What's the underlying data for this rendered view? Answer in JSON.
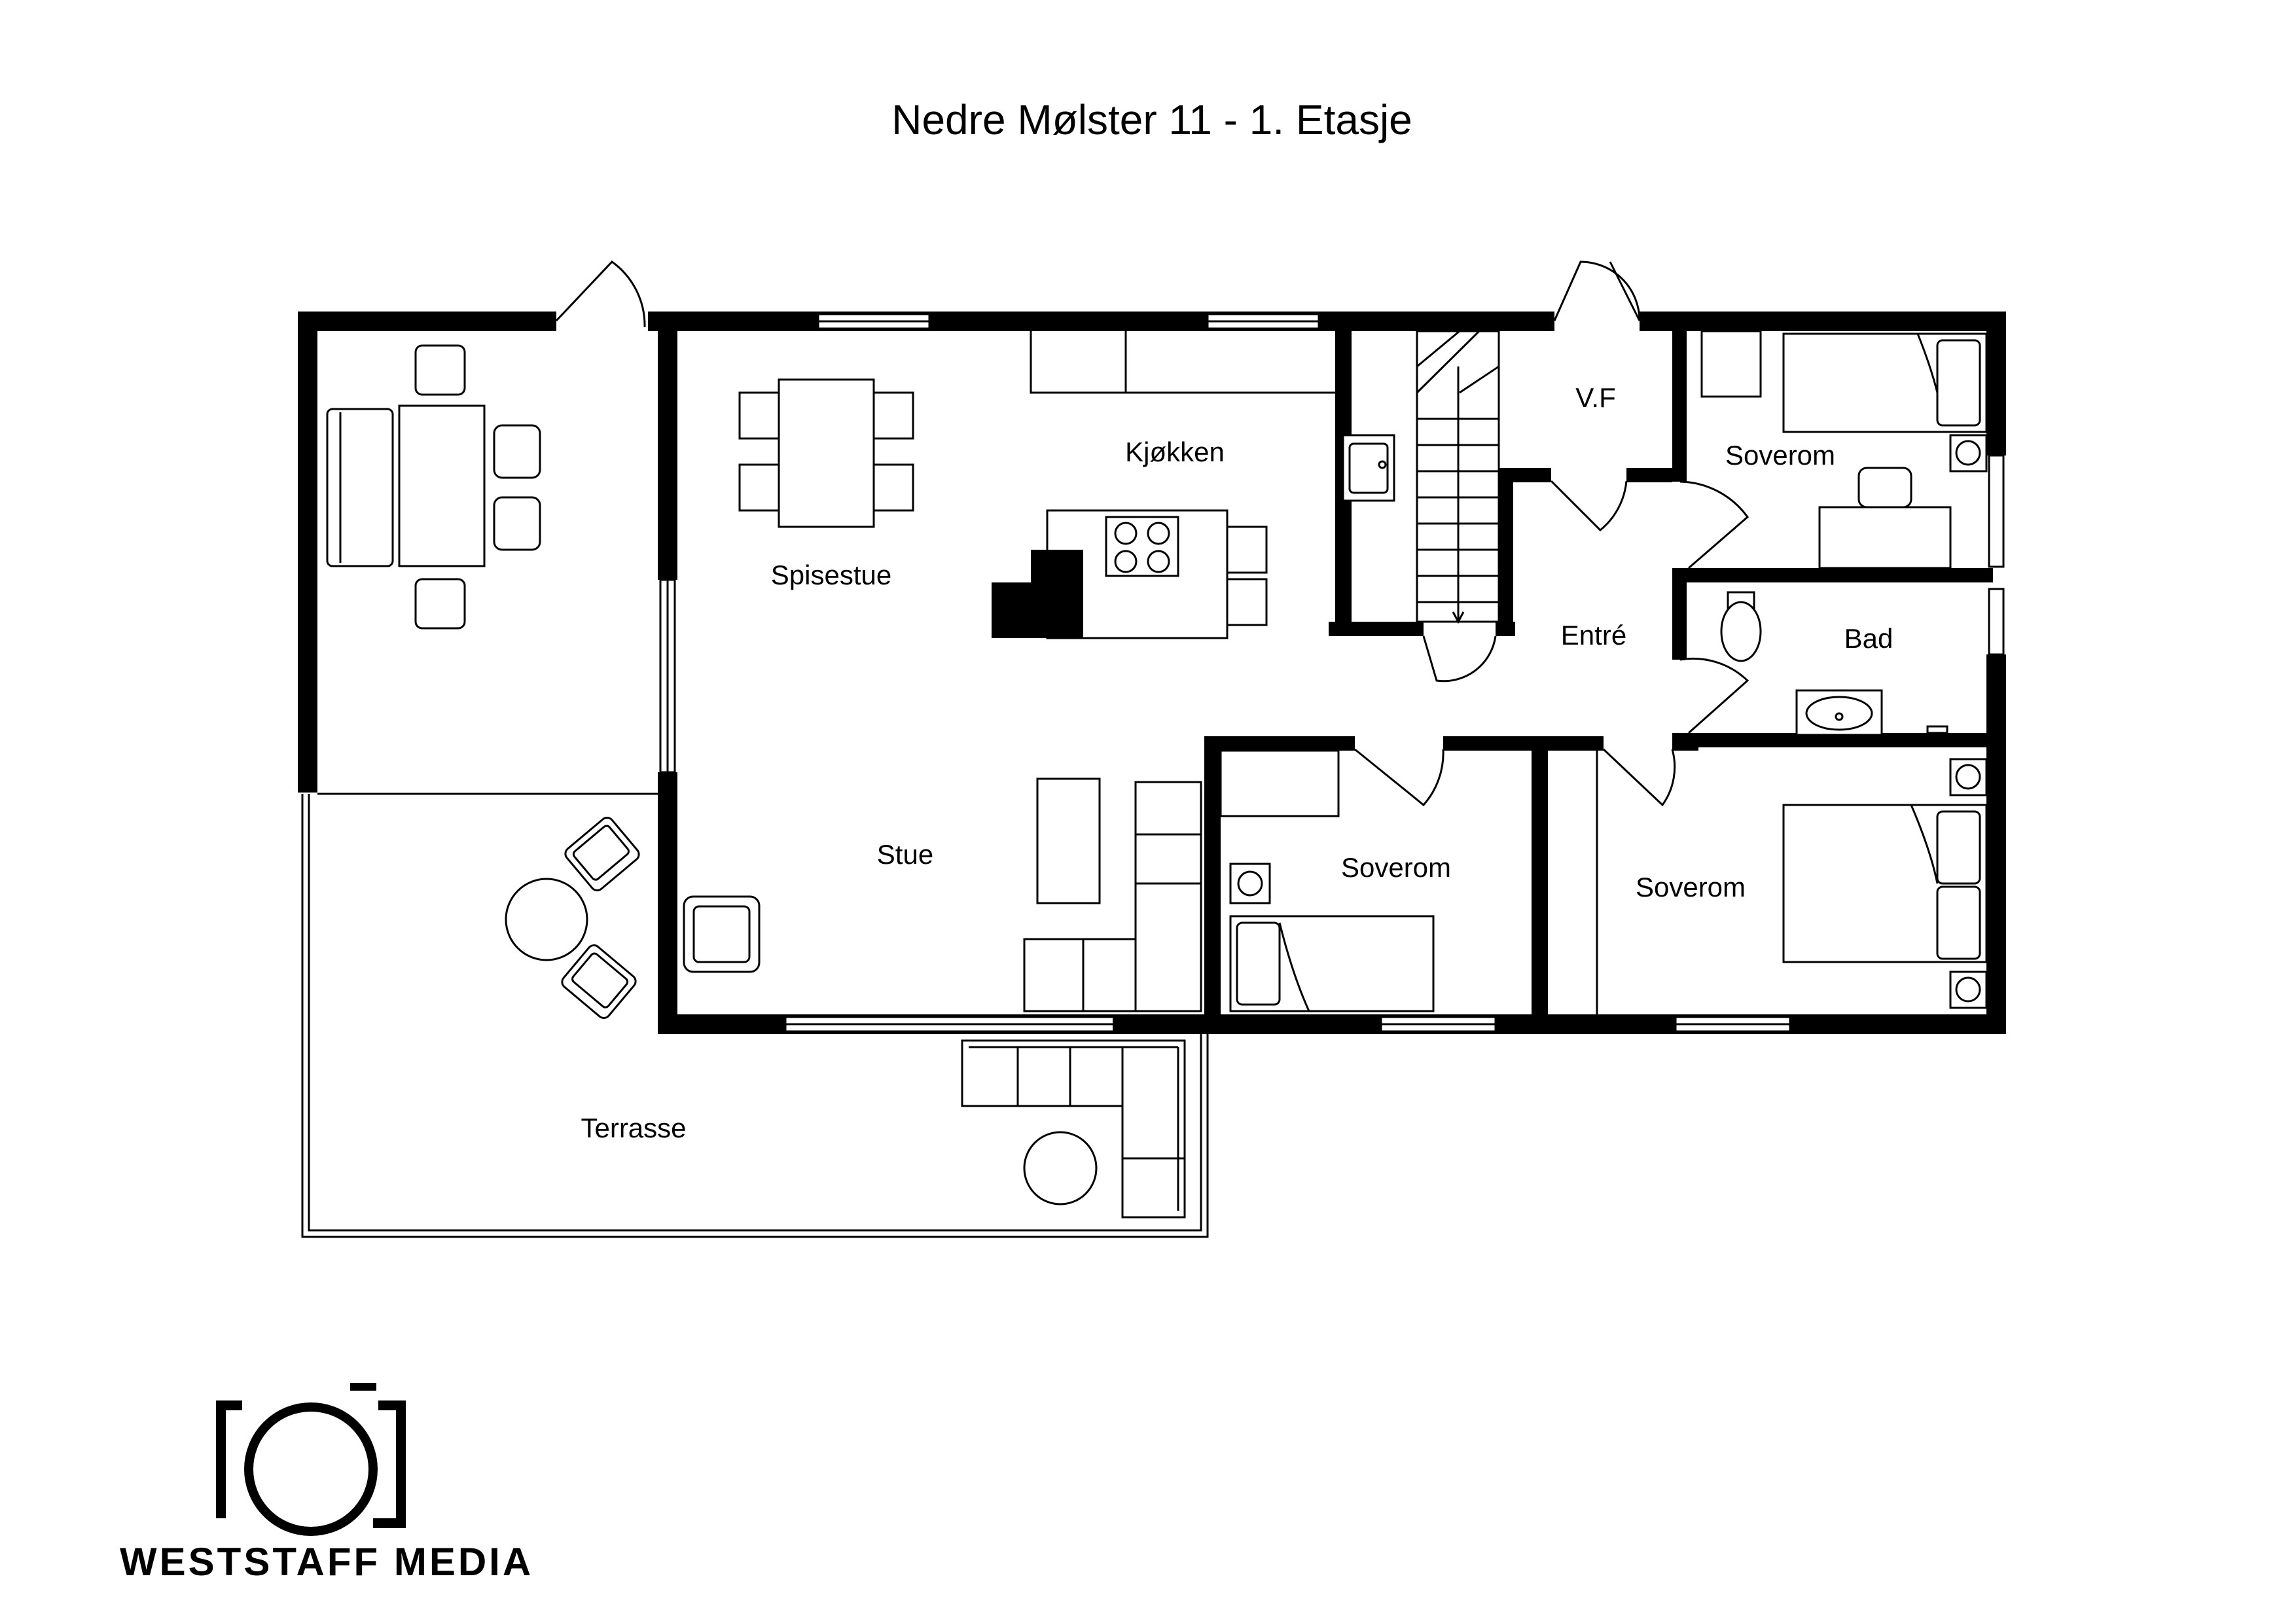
{
  "title": "Nedre Mølster 11 - 1. Etasje",
  "rooms": {
    "kjokken": "Kjøkken",
    "spisestue": "Spisestue",
    "stue": "Stue",
    "vf": "V.F",
    "soverom_top": "Soverom",
    "bad": "Bad",
    "entre": "Entré",
    "soverom_mid": "Soverom",
    "soverom_right": "Soverom",
    "terrasse": "Terrasse"
  },
  "logo": {
    "text": "WESTSTAFF MEDIA"
  }
}
